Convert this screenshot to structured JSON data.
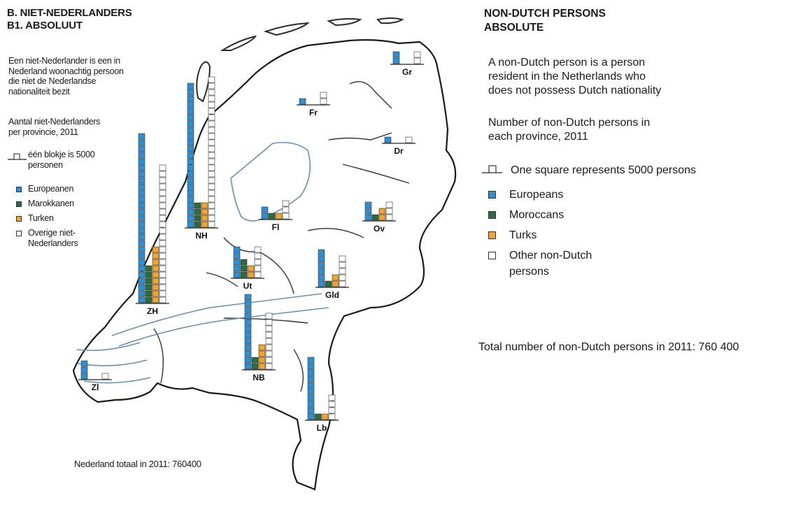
{
  "dutch": {
    "title_line1": "B. NIET-NEDERLANDERS",
    "title_line2": "B1. ABSOLUUT",
    "definition": [
      "Een niet-Nederlander is een in",
      "Nederland woonachtig persoon",
      "die niet de Nederlandse",
      "nationaliteit bezit"
    ],
    "subtitle": [
      "Aantal niet-Nederlanders",
      "per provincie, 2011"
    ],
    "block_note": [
      "één blokje is 5000",
      "personen"
    ],
    "legend": [
      "Europeanen",
      "Marokkanen",
      "Turken",
      "Overige niet-",
      "Nederlanders"
    ],
    "total": "Nederland totaal in 2011: 760400"
  },
  "english": {
    "title_line1": "NON-DUTCH PERSONS",
    "title_line2": "ABSOLUTE",
    "definition": [
      "A non-Dutch person is a person",
      "resident in the Netherlands who",
      "does not possess Dutch nationality"
    ],
    "subtitle": [
      "Number of non-Dutch persons in",
      "each province, 2011"
    ],
    "block_note": "One square represents 5000 persons",
    "legend": [
      "Europeans",
      "Moroccans",
      "Turks",
      "Other non-Dutch",
      "persons"
    ],
    "total": "Total number of non-Dutch persons in 2011: 760 400"
  },
  "colors": {
    "europeans": "#2f8fd0",
    "moroccans": "#2e6b45",
    "turks": "#f0a432",
    "other": "#ffffff",
    "border": "#222222",
    "water": "#6a8fb0"
  },
  "map_data": {
    "unit_persons_per_square": 5000,
    "categories": [
      "Europeans",
      "Moroccans",
      "Turks",
      "Other non-Dutch persons"
    ],
    "provinces": [
      {
        "code": "Gr",
        "squares": [
          2,
          0,
          0,
          2
        ]
      },
      {
        "code": "Fr",
        "squares": [
          1,
          0,
          0,
          2
        ]
      },
      {
        "code": "Dr",
        "squares": [
          1,
          0,
          0,
          1
        ]
      },
      {
        "code": "NH",
        "squares": [
          23,
          4,
          4,
          24
        ]
      },
      {
        "code": "Fl",
        "squares": [
          2,
          1,
          1,
          3
        ]
      },
      {
        "code": "Ov",
        "squares": [
          3,
          1,
          2,
          3
        ]
      },
      {
        "code": "ZH",
        "squares": [
          27,
          6,
          9,
          22
        ]
      },
      {
        "code": "Ut",
        "squares": [
          5,
          3,
          2,
          5
        ]
      },
      {
        "code": "Gld",
        "squares": [
          6,
          1,
          2,
          5
        ]
      },
      {
        "code": "NB",
        "squares": [
          12,
          2,
          4,
          9
        ]
      },
      {
        "code": "Zl",
        "squares": [
          3,
          0,
          0,
          1
        ]
      },
      {
        "code": "Lb",
        "squares": [
          10,
          1,
          1,
          4
        ]
      }
    ]
  }
}
